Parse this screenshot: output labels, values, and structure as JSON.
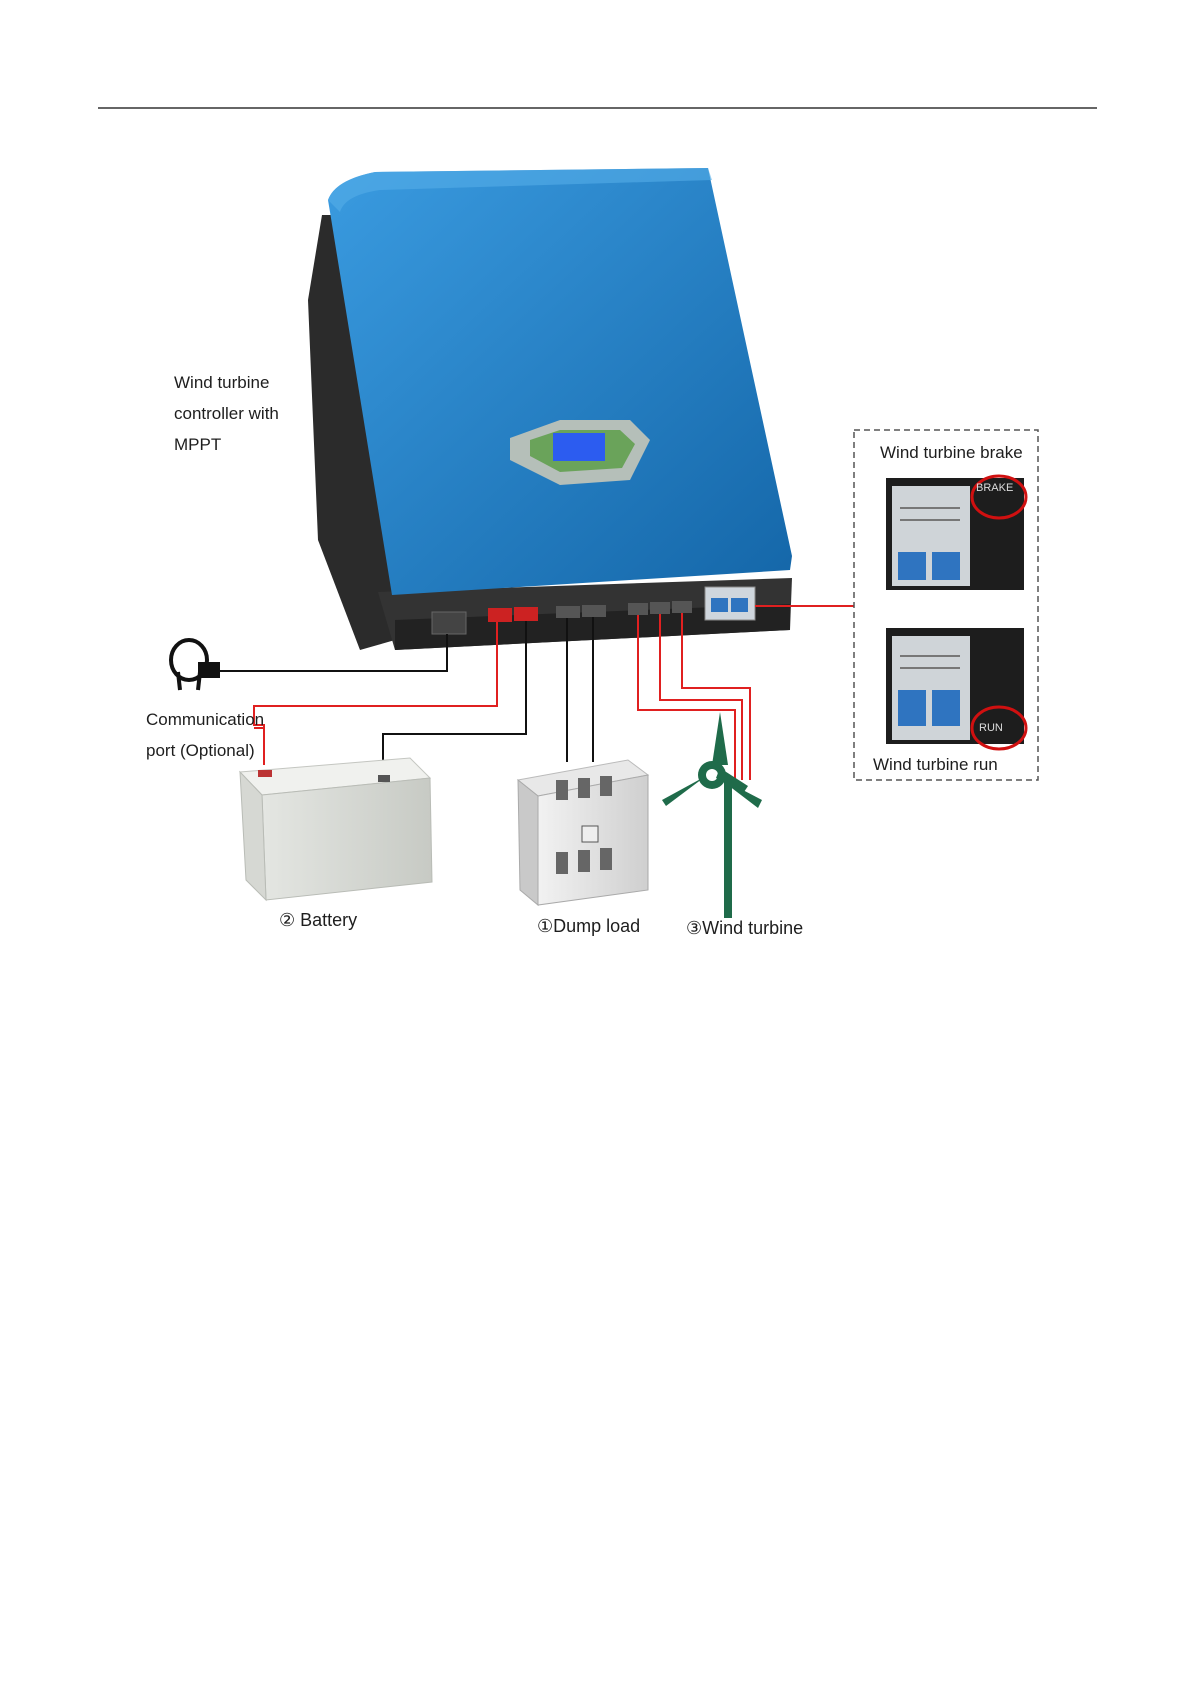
{
  "labels": {
    "controller": [
      "Wind turbine",
      "controller with",
      "MPPT"
    ],
    "comm_port": [
      "Communication",
      "port (Optional)"
    ],
    "brake": "Wind turbine brake",
    "run": "Wind turbine run",
    "battery": "② Battery",
    "dump_load": "①Dump load",
    "wind_turbine": "③Wind turbine",
    "brake_tag": "BRAKE",
    "run_tag": "RUN"
  },
  "colors": {
    "controller_blue": "#1f7fc4",
    "controller_dark": "#2a2a2a",
    "wire_red": "#e02020",
    "wire_black": "#111111",
    "turbine_green": "#1f6b4a",
    "highlight_circle": "#d01010"
  }
}
